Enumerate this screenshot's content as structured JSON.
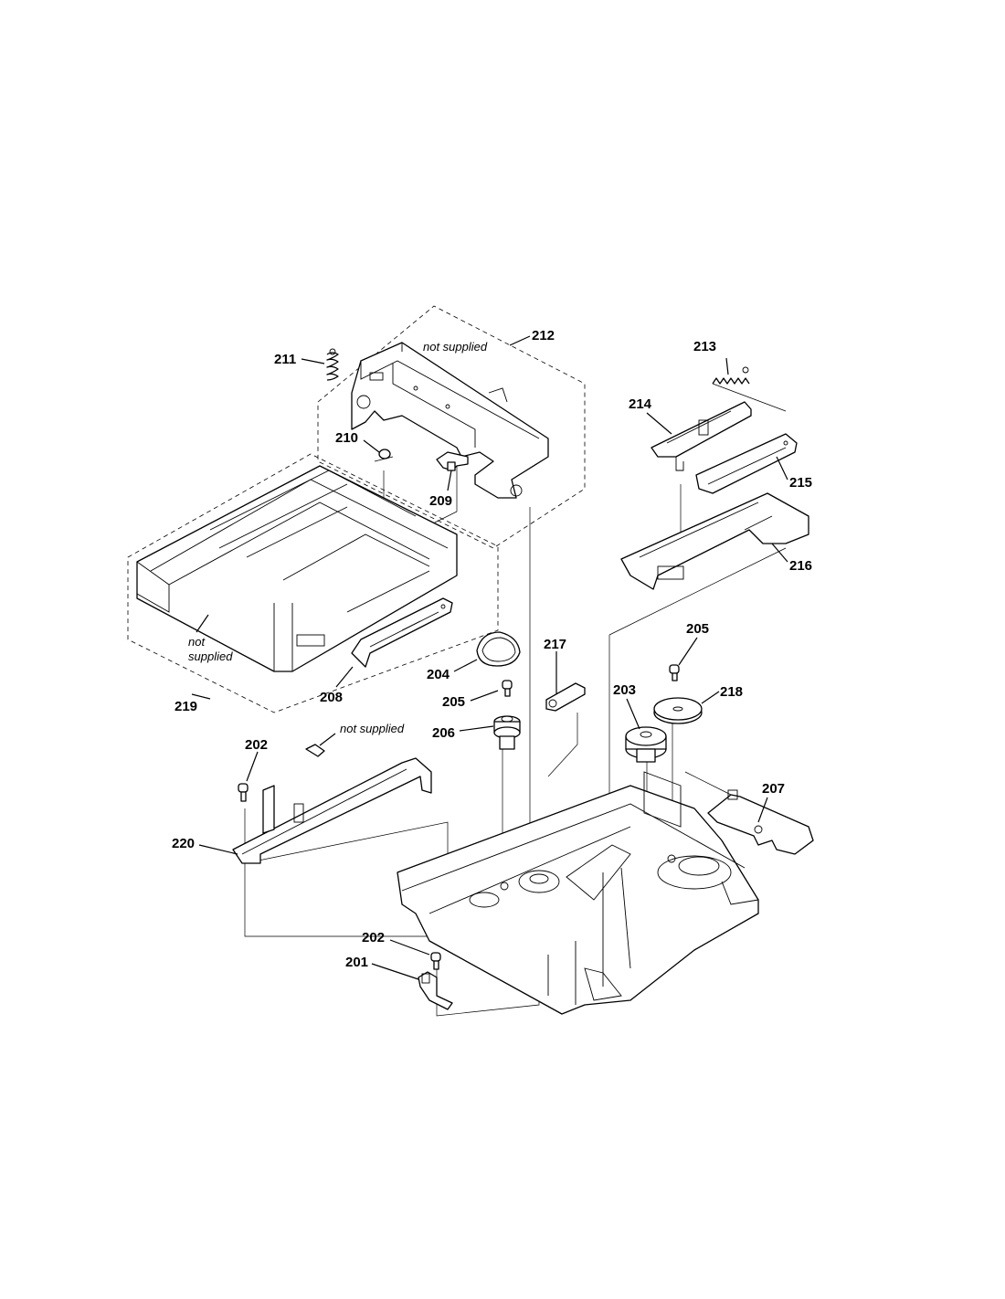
{
  "labels": {
    "p201": "201",
    "p202a": "202",
    "p202b": "202",
    "p203": "203",
    "p204": "204",
    "p205a": "205",
    "p205b": "205",
    "p206": "206",
    "p207": "207",
    "p208": "208",
    "p209": "209",
    "p210": "210",
    "p211": "211",
    "p212": "212",
    "p213": "213",
    "p214": "214",
    "p215": "215",
    "p216": "216",
    "p217": "217",
    "p218": "218",
    "p219": "219",
    "p220": "220"
  },
  "notes": {
    "not_supplied_212": "not supplied",
    "not_supplied_219_line1": "not",
    "not_supplied_219_line2": "supplied",
    "not_supplied_220": "not supplied"
  }
}
